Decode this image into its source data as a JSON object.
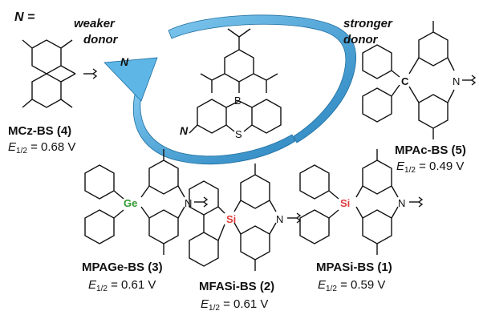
{
  "labels": {
    "n_def": "N =",
    "weaker": "weaker",
    "weaker_donor": "donor",
    "stronger": "stronger",
    "stronger_donor": "donor",
    "arrow_n": "N",
    "core_n": "N"
  },
  "atoms": {
    "B": "B",
    "S": "S",
    "N": "N",
    "C": "C",
    "Ge": "Ge",
    "Si": "Si"
  },
  "compounds": [
    {
      "name": "MCz-BS (4)",
      "e_symbol": "E",
      "e_sub": "1/2",
      "e_value": "= 0.68 V"
    },
    {
      "name": "MPAc-BS (5)",
      "e_symbol": "E",
      "e_sub": "1/2",
      "e_value": "= 0.49 V"
    },
    {
      "name": "MPAGe-BS (3)",
      "e_symbol": "E",
      "e_sub": "1/2",
      "e_value": "= 0.61 V"
    },
    {
      "name": "MFASi-BS (2)",
      "e_symbol": "E",
      "e_sub": "1/2",
      "e_value": "= 0.61 V"
    },
    {
      "name": "MPASi-BS (1)",
      "e_symbol": "E",
      "e_sub": "1/2",
      "e_value": "= 0.59 V"
    }
  ],
  "colors": {
    "arrow": "#4aa8dc",
    "arrow_dark": "#2b86c0",
    "ge": "#2f9a2f",
    "si": "#e03c3c",
    "ink": "#111111"
  }
}
